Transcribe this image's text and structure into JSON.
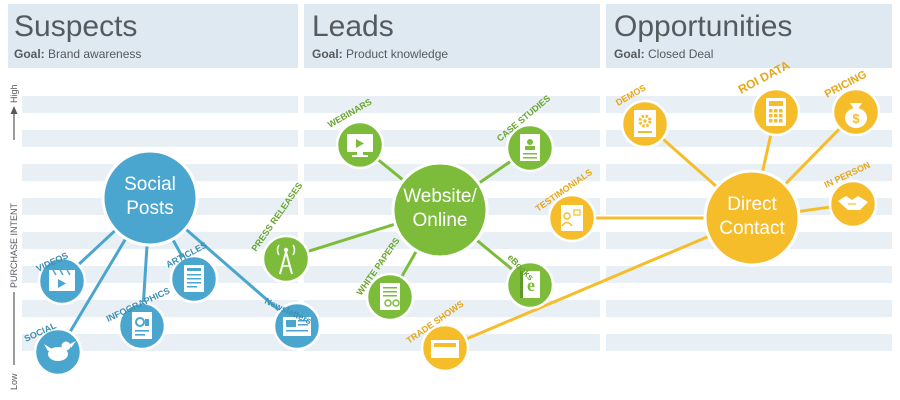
{
  "columns": [
    {
      "title": "Suspects",
      "goal_prefix": "Goal:",
      "goal": "Brand awareness"
    },
    {
      "title": "Leads",
      "goal_prefix": "Goal:",
      "goal": "Product knowledge"
    },
    {
      "title": "Opportunities",
      "goal_prefix": "Goal:",
      "goal": "Closed Deal"
    }
  ],
  "axis": {
    "label": "PURCHASE INTENT",
    "high": "High",
    "low": "Low"
  },
  "hubs": {
    "social": {
      "line1": "Social",
      "line2": "Posts"
    },
    "website": {
      "line1": "Website/",
      "line2": "Online"
    },
    "direct": {
      "line1": "Direct",
      "line2": "Contact"
    }
  },
  "nodes": {
    "videos": "VIDEOS",
    "social": "SOCIAL",
    "infographics": "INFOGRAPHICS",
    "articles": "ARTICLES",
    "newsletters": "Newsletters",
    "press_releases": "PRESS RELEASES",
    "webinars": "WEBINARS",
    "case_studies": "CASE STUDIES",
    "white_papers": "WHITE PAPERS",
    "ebooks": "eBooks",
    "trade_shows": "TRADE SHOWS",
    "testimonials": "TESTIMONIALS",
    "demos": "DEMOS",
    "roi_data": "ROI DATA",
    "pricing": "PRICING",
    "in_person": "IN PERSON"
  },
  "colors": {
    "blue": "#4aa6cf",
    "green": "#7cbc3a",
    "gold": "#f6bd2b",
    "header": "#dfe9f1",
    "stripe": "#e8f0f6"
  }
}
